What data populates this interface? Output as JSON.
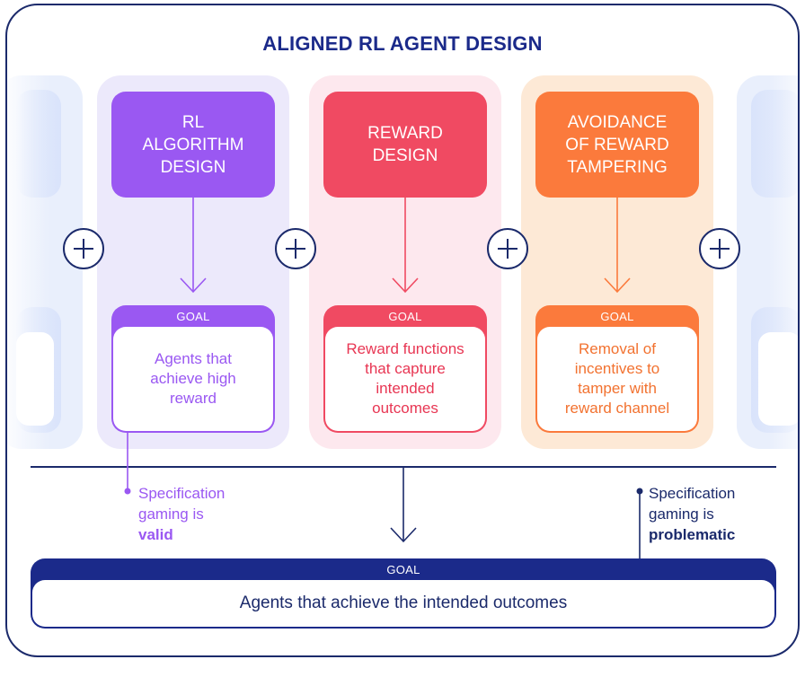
{
  "title": "ALIGNED RL AGENT DESIGN",
  "columns": [
    {
      "heading": "RL\nALGORITHM\nDESIGN",
      "goal_label": "GOAL",
      "goal_text": "Agents that\nachieve high\nreward",
      "color": "#9a58f2"
    },
    {
      "heading": "REWARD\nDESIGN",
      "goal_label": "GOAL",
      "goal_text": "Reward functions\nthat capture\nintended\noutcomes",
      "color": "#f04a62"
    },
    {
      "heading": "AVOIDANCE\nOF REWARD\nTAMPERING",
      "goal_label": "GOAL",
      "goal_text": "Removal of\nincentives to\ntamper with\nreward channel",
      "color": "#fb7a3c"
    }
  ],
  "notes": {
    "left": {
      "line1": "Specification",
      "line2": "gaming is",
      "emphasis": "valid"
    },
    "right": {
      "line1": "Specification",
      "line2": "gaming is",
      "emphasis": "problematic"
    }
  },
  "final_goal": {
    "label": "GOAL",
    "text": "Agents that achieve the intended outcomes"
  },
  "colors": {
    "navy": "#1b2a8a",
    "purple": "#9a58f2",
    "red": "#f04a62",
    "orange": "#fb7a3c"
  }
}
